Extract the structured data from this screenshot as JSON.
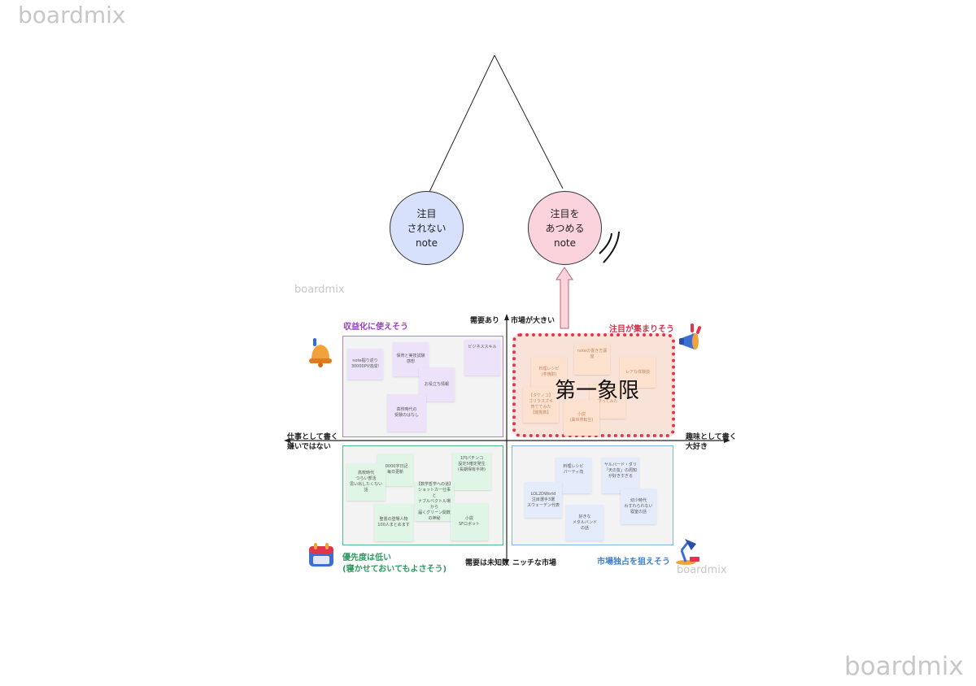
{
  "watermarks": [
    "boardmix",
    "boardmix",
    "boardmix",
    "boardmix"
  ],
  "circles": {
    "left": {
      "lines": [
        "注目",
        "されない",
        "note"
      ],
      "color": "#d7e1fb"
    },
    "right": {
      "lines": [
        "注目を",
        "あつめる",
        "note"
      ],
      "color": "#fbd3dc"
    }
  },
  "axis": {
    "top_left": "需要あり",
    "top_right": "市場が大きい",
    "bottom_left": "需要は未知数",
    "bottom_right": "ニッチな市場",
    "left_line1": "仕事として書く",
    "left_line2": "嫌いではない",
    "right_line1": "趣味として書く",
    "right_line2": "大好き"
  },
  "quadrants": {
    "top_left": {
      "title": "収益化に使えそう",
      "color": "#9a3fc7",
      "icon": "bell-icon",
      "notes": [
        {
          "lines": [
            "note掘り返り",
            "30000PV達成!"
          ]
        },
        {
          "lines": [
            "保育と実技試験",
            "感想"
          ]
        },
        {
          "lines": [
            "ビジネススキル"
          ]
        },
        {
          "lines": [
            "お役立ち情報"
          ]
        },
        {
          "lines": [
            "高校時代の",
            "受験のはなし"
          ]
        }
      ]
    },
    "top_right": {
      "title": "注目が集まりそう",
      "color": "#d6304a",
      "icon": "megaphone-icon",
      "big_label": "第一象限",
      "notes": [
        {
          "lines": [
            "noteの書き方講座"
          ]
        },
        {
          "lines": [
            "料理レシピ",
            "(芋焼酎)"
          ]
        },
        {
          "lines": [
            "レアな体験談"
          ]
        },
        {
          "lines": [
            "【タケノコ】",
            "ゴリラスズキ",
            "育ててみた",
            "【閲覧数】"
          ]
        },
        {
          "lines": [
            "作ってみた"
          ]
        },
        {
          "lines": [
            "小説",
            "(異世界転生)"
          ]
        }
      ]
    },
    "bottom_left": {
      "title_line1": "優先度は低い",
      "title_line2": "(寝かせておいてもよさそう)",
      "color": "#2e9a5e",
      "icon": "calendar-icon",
      "notes": [
        {
          "lines": [
            "20000字日記",
            "毎日更新"
          ]
        },
        {
          "lines": [
            "1円パチンコ",
            "設定5確定発生",
            "(長期保有手持)"
          ]
        },
        {
          "lines": [
            "高校時代",
            "つらい部活",
            "思い出したくない話"
          ]
        },
        {
          "lines": [
            "【数学哲学への道】",
            "ショットカー仕事と",
            "ナブルベクトル場から",
            "届くグリーン関数",
            "の神秘"
          ]
        },
        {
          "lines": [
            "聖書の登場人物",
            "100人まとめます"
          ]
        },
        {
          "lines": [
            "小説",
            "SFロボット"
          ]
        }
      ]
    },
    "bottom_right": {
      "title": "市場独占を狙えそう",
      "color": "#3a7fd0",
      "icon": "desk-lamp-icon",
      "notes": [
        {
          "lines": [
            "料理レシピ",
            "パーティ向"
          ]
        },
        {
          "lines": [
            "ヤルバード・ダリ",
            "「天の友」の周知",
            "が好きすぎる"
          ]
        },
        {
          "lines": [
            "LOL2DWorld",
            "注目選手3選",
            "スウェーデン代表"
          ]
        },
        {
          "lines": [
            "幼少時代",
            "わすれられない",
            "寝室の話"
          ]
        },
        {
          "lines": [
            "好きな",
            "メタルバンド",
            "の話"
          ]
        }
      ]
    }
  }
}
